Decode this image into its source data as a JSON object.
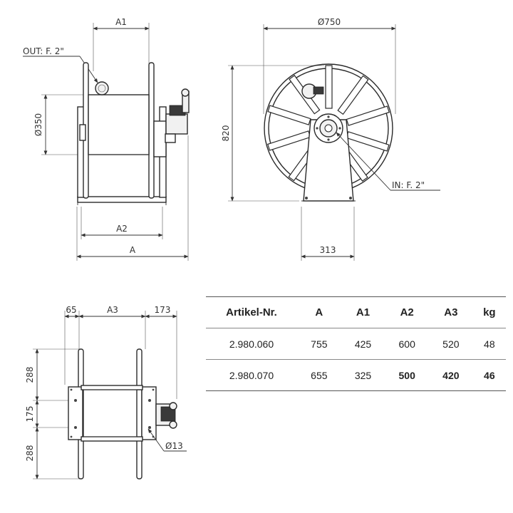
{
  "dimensions": {
    "a1": "A1",
    "a2": "A2",
    "a": "A",
    "a3": "A3",
    "out": "OUT: F. 2\"",
    "in": "IN: F. 2\"",
    "d350": "Ø350",
    "d750": "Ø750",
    "h820": "820",
    "w313": "313",
    "w65": "65",
    "w173": "173",
    "h288_top": "288",
    "h175": "175",
    "h288_bottom": "288",
    "d13": "Ø13"
  },
  "table": {
    "headers": [
      "Artikel-Nr.",
      "A",
      "A1",
      "A2",
      "A3",
      "kg"
    ],
    "rows": [
      [
        "2.980.060",
        "755",
        "425",
        "600",
        "520",
        "48"
      ],
      [
        "2.980.070",
        "655",
        "325",
        "500",
        "420",
        "46"
      ]
    ]
  }
}
